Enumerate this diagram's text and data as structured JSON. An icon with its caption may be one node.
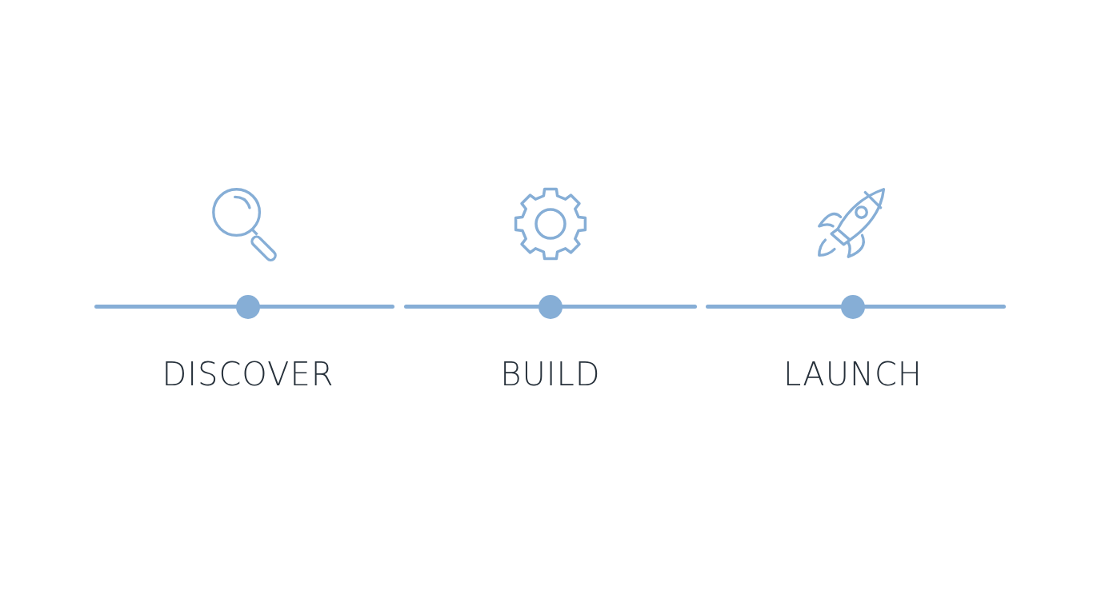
{
  "diagram": {
    "nodes": [
      {
        "text": [],
        "shape": "circle",
        "beside": [
          "DISCOVER"
        ]
      },
      {
        "text": [],
        "shape": "circle",
        "beside": [
          "BUILD"
        ]
      },
      {
        "text": [],
        "shape": "circle",
        "beside": [
          "LAUNCH"
        ]
      }
    ]
  }
}
